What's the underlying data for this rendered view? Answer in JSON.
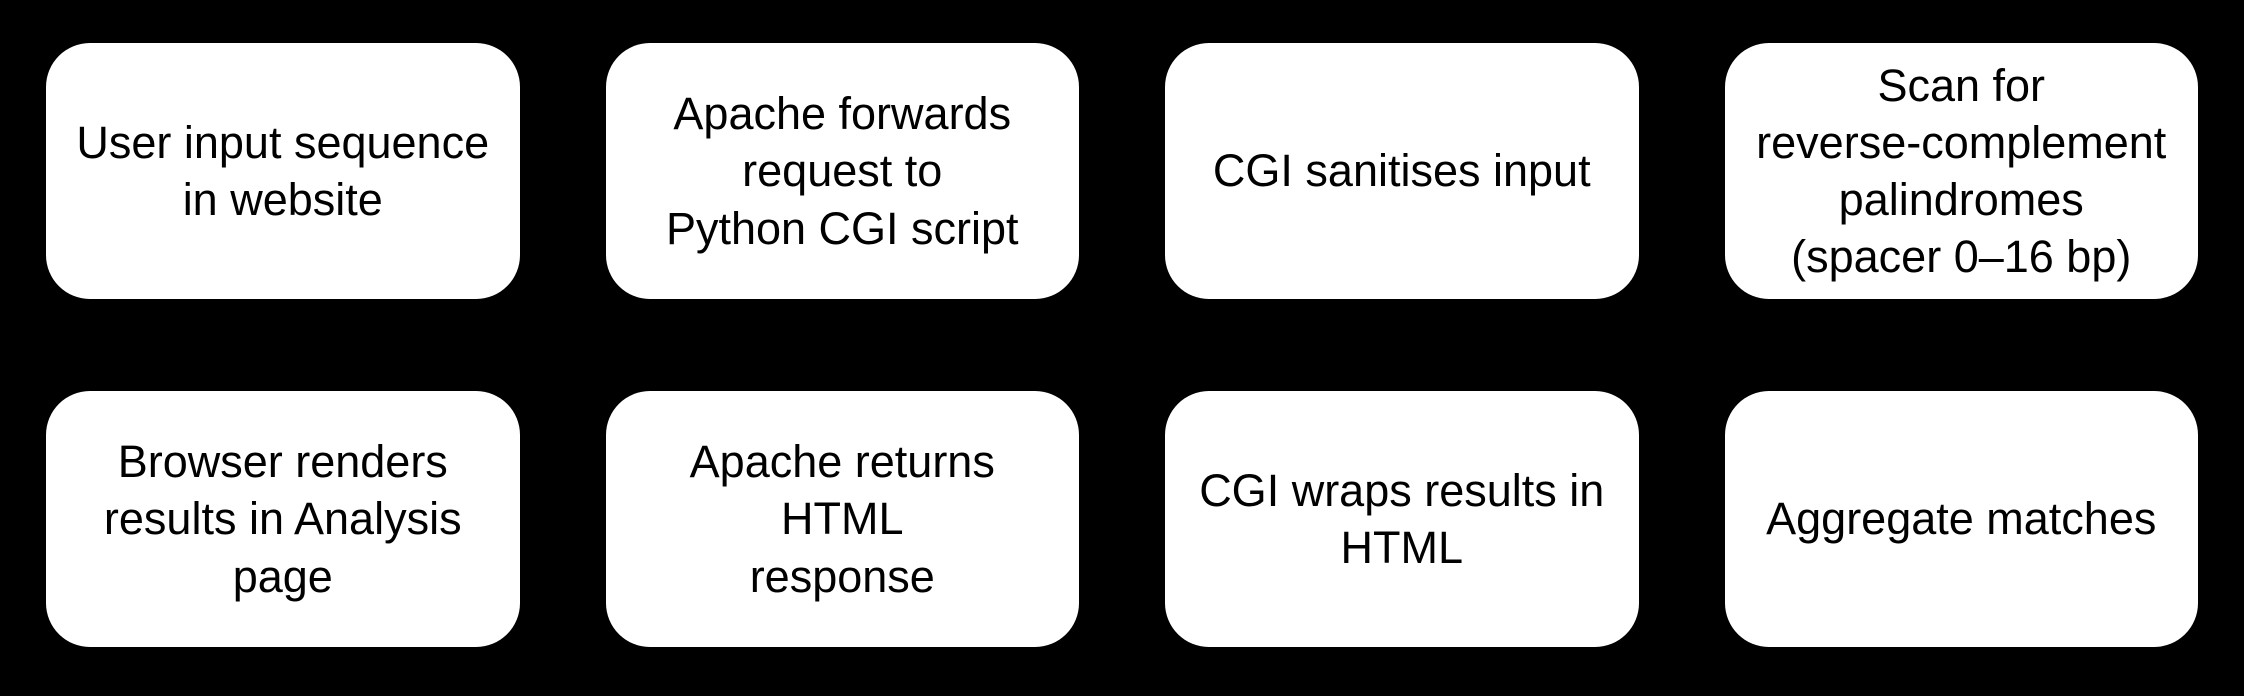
{
  "diagram": {
    "type": "flowchart",
    "background_color": "#000000",
    "node_fill_color": "#ffffff",
    "node_text_color": "#000000",
    "nodes": [
      {
        "id": "user-input",
        "row": 1,
        "col": 1,
        "label": "User input sequence\nin website"
      },
      {
        "id": "apache-forwards",
        "row": 1,
        "col": 2,
        "label": "Apache forwards\nrequest to\nPython CGI script"
      },
      {
        "id": "cgi-sanitises",
        "row": 1,
        "col": 3,
        "label": "CGI sanitises input"
      },
      {
        "id": "scan-palindromes",
        "row": 1,
        "col": 4,
        "label": "Scan for\nreverse-complement\npalindromes\n(spacer 0–16 bp)"
      },
      {
        "id": "browser-renders",
        "row": 2,
        "col": 1,
        "label": "Browser renders\nresults in Analysis\npage"
      },
      {
        "id": "apache-returns",
        "row": 2,
        "col": 2,
        "label": "Apache returns HTML\nresponse"
      },
      {
        "id": "cgi-wraps",
        "row": 2,
        "col": 3,
        "label": "CGI wraps results in\nHTML"
      },
      {
        "id": "aggregate-matches",
        "row": 2,
        "col": 4,
        "label": "Aggregate matches"
      }
    ]
  }
}
